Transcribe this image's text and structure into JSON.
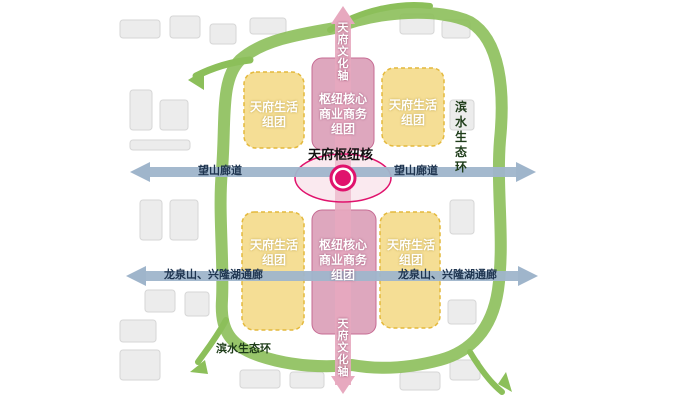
{
  "hub": {
    "name": "天府枢纽核"
  },
  "clusters": {
    "living_tl": "天府生活组团",
    "commercial_top": "枢纽核心商业商务组团",
    "living_tr": "天府生活组团",
    "living_bl": "天府生活组团",
    "commercial_bottom": "枢纽核心商业商务组团",
    "living_br": "天府生活组团"
  },
  "corridors": {
    "wangshan_left": "望山廊道",
    "wangshan_right": "望山廊道",
    "longquan_left": "龙泉山、兴隆湖通廊",
    "longquan_right": "龙泉山、兴隆湖通廊"
  },
  "axes": {
    "culture_top": "天府文化轴",
    "culture_bottom": "天府文化轴"
  },
  "eco_ring": {
    "right": "滨水生态环",
    "bottom": "滨水生态环"
  },
  "colors": {
    "eco_green": "#8cbf5a",
    "living_yellow": "#f3d67a",
    "commercial_pink": "#d38aa8",
    "hub_magenta": "#e0136d",
    "corridor_blue": "#9fb5cb",
    "axis_pink": "#e7a9bf"
  }
}
